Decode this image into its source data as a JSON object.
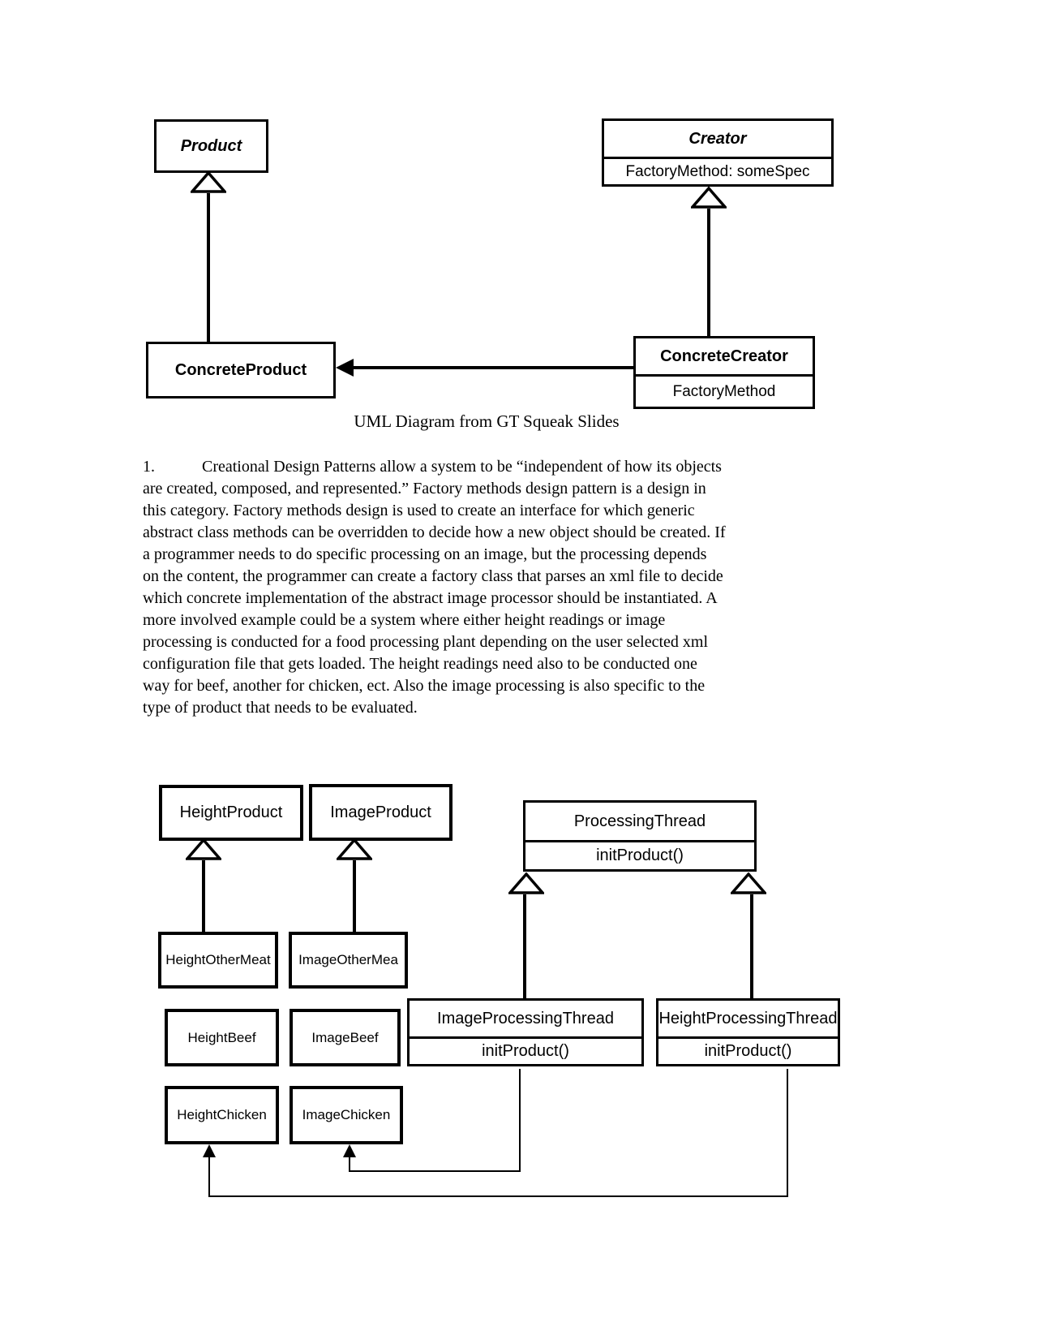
{
  "page": {
    "background_color": "#ffffff",
    "ink_color": "#000000"
  },
  "top_diagram": {
    "caption": "UML Diagram from GT Squeak Slides",
    "classes": {
      "product": {
        "name": "Product",
        "abstract": true
      },
      "creator": {
        "name": "Creator",
        "abstract": true,
        "attribute": "FactoryMethod: someSpec"
      },
      "concrete_product": {
        "name": "ConcreteProduct"
      },
      "concrete_creator": {
        "name": "ConcreteCreator",
        "attribute": "FactoryMethod"
      }
    },
    "relations": [
      "ConcreteProduct --|> Product (inheritance)",
      "ConcreteCreator --|> Creator (inheritance)",
      "ConcreteCreator --> ConcreteProduct (association)"
    ]
  },
  "paragraph": {
    "number": "1.",
    "lines": [
      "Creational Design Patterns allow a system to be “independent of how its objects",
      "are created, composed, and represented.” Factory methods design pattern is a design in",
      "this category. Factory methods design is used to create an interface for which generic",
      "abstract class methods can be overridden to decide how a new object should be created. If",
      "a programmer needs to do specific processing on an image, but the processing depends",
      "on the content, the programmer can create a factory class that parses an xml file to decide",
      "which concrete implementation of the abstract image processor should be instantiated. A",
      "more involved example could be a system where either height readings or image",
      "processing is conducted for a food processing plant depending on the user selected xml",
      "configuration file that gets loaded. The height readings need also to be conducted one",
      "way for beef, another for chicken, ect. Also the image processing is also specific to the",
      "type of product that needs to be evaluated."
    ]
  },
  "bottom_diagram": {
    "classes": {
      "height_product": {
        "name": "HeightProduct"
      },
      "image_product": {
        "name": "ImageProduct"
      },
      "processing_thread": {
        "name": "ProcessingThread",
        "method": "initProduct()"
      },
      "height_other_meat": {
        "name": "HeightOtherMeat"
      },
      "image_other_mea": {
        "name": "ImageOtherMea"
      },
      "height_beef": {
        "name": "HeightBeef"
      },
      "image_beef": {
        "name": "ImageBeef"
      },
      "image_processing_thread": {
        "name": "ImageProcessingThread",
        "method": "initProduct()"
      },
      "height_processing_thread": {
        "name": "HeightProcessingThread",
        "method": "initProduct()"
      },
      "height_chicken": {
        "name": "HeightChicken"
      },
      "image_chicken": {
        "name": "ImageChicken"
      }
    },
    "relations": [
      "HeightOtherMeat --|> HeightProduct (inheritance)",
      "ImageOtherMea --|> ImageProduct (inheritance)",
      "ImageProcessingThread --|> ProcessingThread (inheritance)",
      "HeightProcessingThread --|> ProcessingThread (inheritance)",
      "ImageProcessingThread --> ImageChicken (association)",
      "HeightProcessingThread --> HeightChicken (association)"
    ]
  }
}
